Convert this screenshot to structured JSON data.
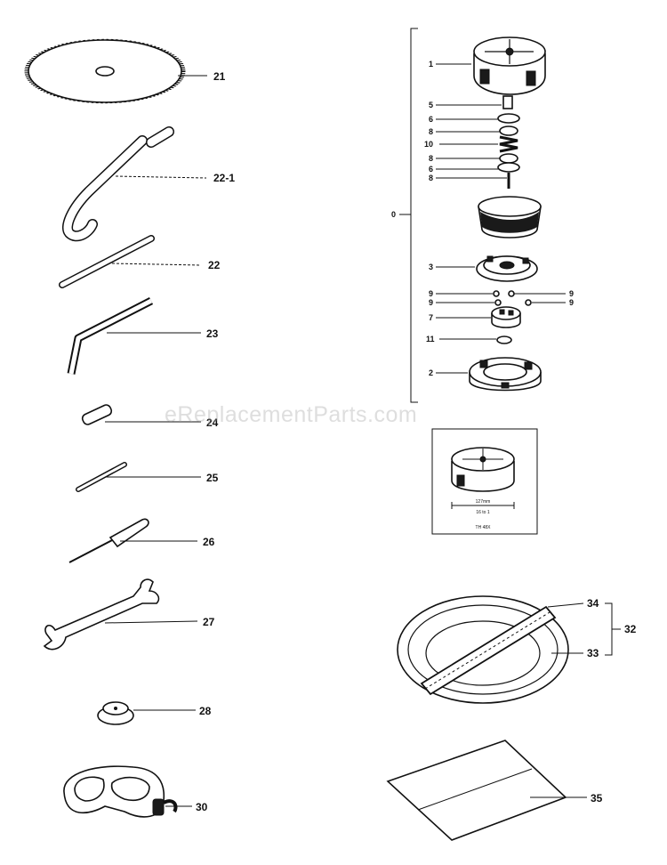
{
  "watermark": "eReplacementParts.com",
  "inset": {
    "dimension": "127mm",
    "ratio": "16 to 1",
    "model": "TH 48X"
  },
  "callouts": [
    {
      "id": "c21",
      "label": "21"
    },
    {
      "id": "c22-1",
      "label": "22-1"
    },
    {
      "id": "c22",
      "label": "22"
    },
    {
      "id": "c23",
      "label": "23"
    },
    {
      "id": "c24",
      "label": "24"
    },
    {
      "id": "c25",
      "label": "25"
    },
    {
      "id": "c26",
      "label": "26"
    },
    {
      "id": "c27",
      "label": "27"
    },
    {
      "id": "c28",
      "label": "28"
    },
    {
      "id": "c30",
      "label": "30"
    },
    {
      "id": "c0",
      "label": "0"
    },
    {
      "id": "c1",
      "label": "1"
    },
    {
      "id": "c5",
      "label": "5"
    },
    {
      "id": "c6a",
      "label": "6"
    },
    {
      "id": "c8a",
      "label": "8"
    },
    {
      "id": "c10",
      "label": "10"
    },
    {
      "id": "c8b",
      "label": "8"
    },
    {
      "id": "c6b",
      "label": "6"
    },
    {
      "id": "c8c",
      "label": "8"
    },
    {
      "id": "c3",
      "label": "3"
    },
    {
      "id": "c9a",
      "label": "9"
    },
    {
      "id": "c9b",
      "label": "9"
    },
    {
      "id": "c9c",
      "label": "9"
    },
    {
      "id": "c9d",
      "label": "9"
    },
    {
      "id": "c7",
      "label": "7"
    },
    {
      "id": "c11",
      "label": "11"
    },
    {
      "id": "c2",
      "label": "2"
    },
    {
      "id": "c34",
      "label": "34"
    },
    {
      "id": "c32",
      "label": "32"
    },
    {
      "id": "c33",
      "label": "33"
    },
    {
      "id": "c35",
      "label": "35"
    }
  ]
}
